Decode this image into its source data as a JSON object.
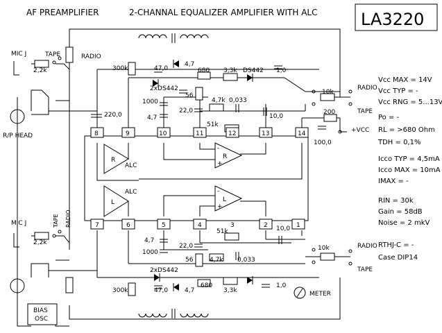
{
  "header": {
    "left_title": "AF PREAMPLIFIER",
    "center_title": "2-CHANNAL EQUALIZER AMPLIFIER WITH ALC",
    "part_number": "LA3220"
  },
  "ic": {
    "pins_top": [
      "8",
      "9",
      "10",
      "11",
      "12",
      "13",
      "14"
    ],
    "pins_bottom": [
      "7",
      "6",
      "5",
      "4",
      "3",
      "2",
      "1"
    ],
    "amp_r_label": "R",
    "amp_l_label": "L",
    "alc_label": "ALC",
    "op_r_label": "R",
    "op_l_label": "L",
    "minus": "-",
    "plus": "+"
  },
  "labels": {
    "mic_j": "MIC J",
    "tape": "TAPE",
    "radio": "RADIO",
    "rp_head": "R/P HEAD",
    "bias": "BIAS",
    "osc": "OSC",
    "meter": "METER",
    "vcc": "+VCC"
  },
  "components": {
    "r_2k2": "2,2k",
    "r_300k": "300k",
    "c_47": "47,0",
    "c_4_7": "4,7",
    "diodes": "2xDS442",
    "r_680": "680",
    "r_3k3": "3,3k",
    "diode_ds442": "DS442",
    "c_1": "1,0",
    "r_56": "56",
    "c_1000": "1000",
    "r_4k7": "4,7k",
    "c_0033": "0,033",
    "c_22": "22,0",
    "r_51k": "51k",
    "c_10": "10,0",
    "c_220": "220,0",
    "r_10k": "10k",
    "r_200": "200",
    "c_100": "100,0"
  },
  "specs": [
    "Vcc MAX = 14V",
    "Vcc TYP = -",
    "Vcc RNG = 5...13V",
    "Po = -",
    "RL = >680 Ohm",
    "TDH = 0,1%",
    "Icco TYP = 4,5mA",
    "Icco MAX = 10mA",
    "IMAX = -",
    "RIN = 30k",
    "Gain = 58dB",
    "Noise = 2 mkV",
    "RTHJ-C = -",
    "Case  DIP14"
  ]
}
